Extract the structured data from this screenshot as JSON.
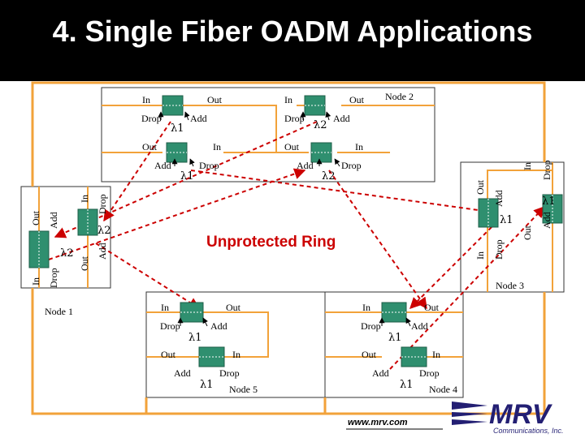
{
  "title": "4.  Single Fiber OADM Applications",
  "ring_label": "Unprotected Ring",
  "ports": {
    "in": "In",
    "out": "Out",
    "add": "Add",
    "drop": "Drop",
    "lambda1": "λ1",
    "lambda2": "λ2"
  },
  "nodes": {
    "node1": "Node 1",
    "node2": "Node 2",
    "node3": "Node 3",
    "node4": "Node 4",
    "node5": "Node 5"
  },
  "footer": {
    "url": "www.mrv.com",
    "brand": "MRV",
    "brand_sub": "Communications, Inc."
  },
  "colors": {
    "ring": "#f2a23a",
    "dashed": "#cc0000",
    "device": "#2f8f6f",
    "title_bg": "#000000",
    "ring_text": "#cc0000",
    "brand": "#231f73"
  }
}
